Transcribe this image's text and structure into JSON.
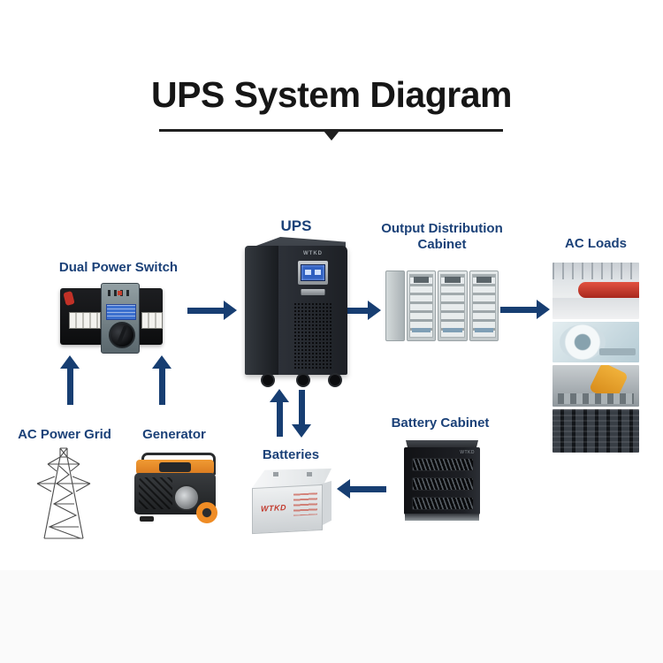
{
  "title": {
    "text": "UPS System Diagram"
  },
  "colors": {
    "title": "#161616",
    "label": "#1b4178",
    "arrow": "#173e72",
    "background": "#ffffff"
  },
  "nodes": {
    "ups": {
      "label": "UPS",
      "brand": "WTKD"
    },
    "dual_power_switch": {
      "label": "Dual Power Switch"
    },
    "output_distribution_cabinet": {
      "label": "Output Distribution Cabinet"
    },
    "ac_loads": {
      "label": "AC Loads",
      "images": [
        "metro-station-train",
        "mri-scanner",
        "industrial-robot-arms",
        "data-center-racks"
      ]
    },
    "ac_power_grid": {
      "label": "AC Power Grid"
    },
    "generator": {
      "label": "Generator"
    },
    "batteries": {
      "label": "Batteries",
      "brand": "WTKD"
    },
    "battery_cabinet": {
      "label": "Battery Cabinet",
      "brand": "WTKD"
    }
  },
  "connections": [
    {
      "from": "ac_power_grid",
      "to": "dual_power_switch",
      "direction": "up"
    },
    {
      "from": "generator",
      "to": "dual_power_switch",
      "direction": "up"
    },
    {
      "from": "dual_power_switch",
      "to": "ups",
      "direction": "right"
    },
    {
      "from": "ups",
      "to": "output_distribution_cabinet",
      "direction": "right"
    },
    {
      "from": "output_distribution_cabinet",
      "to": "ac_loads",
      "direction": "right"
    },
    {
      "from": "ups",
      "to": "batteries",
      "direction": "bidirectional"
    },
    {
      "from": "battery_cabinet",
      "to": "batteries",
      "direction": "left"
    }
  ]
}
